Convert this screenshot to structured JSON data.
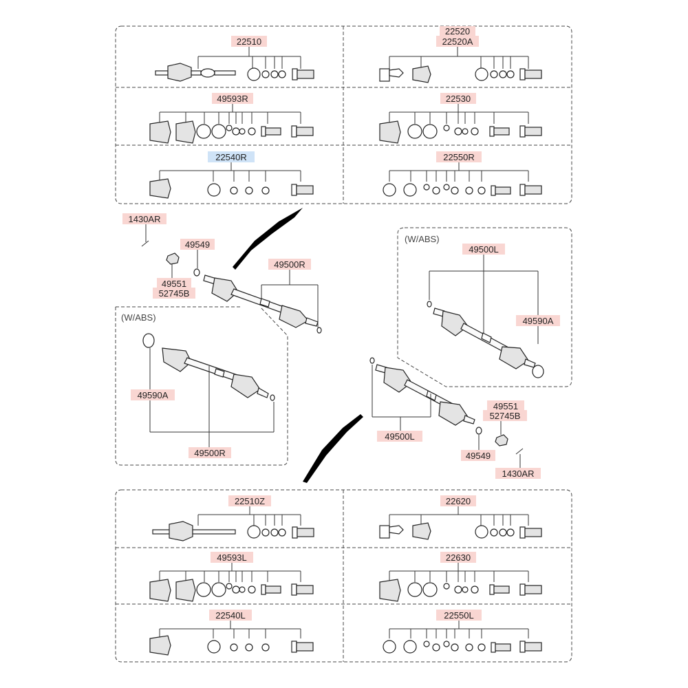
{
  "kits": {
    "top": {
      "k22510": "22510",
      "k22520": "22520",
      "k22520A": "22520A",
      "k49593R": "49593R",
      "k22530": "22530",
      "k22540R": "22540R",
      "k22550R": "22550R"
    },
    "bottom": {
      "k22510Z": "22510Z",
      "k22620": "22620",
      "k49593L": "49593L",
      "k22630": "22630",
      "k22540L": "22540L",
      "k22550L": "22550L"
    }
  },
  "right_shaft": {
    "bolt": "1430AR",
    "washer": "49549",
    "nut": "49551",
    "nut_alt": "52745B",
    "assembly": "49500R",
    "abs_note": "(W/ABS)",
    "abs_ring": "49590A",
    "abs_assembly": "49500R"
  },
  "left_shaft": {
    "abs_note": "(W/ABS)",
    "abs_assembly": "49500L",
    "abs_ring": "49590A",
    "nut": "49551",
    "nut_alt": "52745B",
    "assembly": "49500L",
    "washer": "49549",
    "bolt": "1430AR"
  },
  "highlight_color": "#f9d6d2",
  "active_color": "#cfe3f7",
  "active_part": "22540R"
}
